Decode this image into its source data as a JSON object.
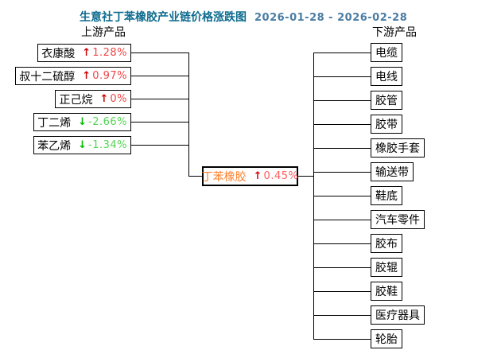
{
  "title": {
    "text": "生意社丁苯橡胶产业链价格涨跌图",
    "date_range": "2026-01-28 - 2026-02-28"
  },
  "headers": {
    "upstream": "上游产品",
    "downstream": "下游产品"
  },
  "center": {
    "name": "丁苯橡胶",
    "arrow": "↑",
    "change": "0.45%",
    "direction": "up"
  },
  "upstream_products": [
    {
      "name": "衣康酸",
      "arrow": "↑",
      "change": "1.28%",
      "direction": "up"
    },
    {
      "name": "叔十二硫醇",
      "arrow": "↑",
      "change": "0.97%",
      "direction": "up"
    },
    {
      "name": "正己烷",
      "arrow": "↑",
      "change": "0%",
      "direction": "up"
    },
    {
      "name": "丁二烯",
      "arrow": "↓",
      "change": "-2.66%",
      "direction": "down"
    },
    {
      "name": "苯乙烯",
      "arrow": "↓",
      "change": "-1.34%",
      "direction": "down"
    }
  ],
  "downstream_products": [
    {
      "name": "电缆"
    },
    {
      "name": "电线"
    },
    {
      "name": "胶管"
    },
    {
      "name": "胶带"
    },
    {
      "name": "橡胶手套"
    },
    {
      "name": "输送带"
    },
    {
      "name": "鞋底"
    },
    {
      "name": "汽车零件"
    },
    {
      "name": "胶布"
    },
    {
      "name": "胶辊"
    },
    {
      "name": "胶鞋"
    },
    {
      "name": "医疗器具"
    },
    {
      "name": "轮胎"
    }
  ],
  "colors": {
    "title": "#0d6b8e",
    "date": "#4a7da4",
    "up_arrow": "#cc0000",
    "up_change": "#f04545",
    "down_arrow": "#00b800",
    "down_change": "#55d555",
    "center_name": "#ff7f2a",
    "center_arrow": "#dd0000",
    "center_change": "#ff5c5c"
  }
}
